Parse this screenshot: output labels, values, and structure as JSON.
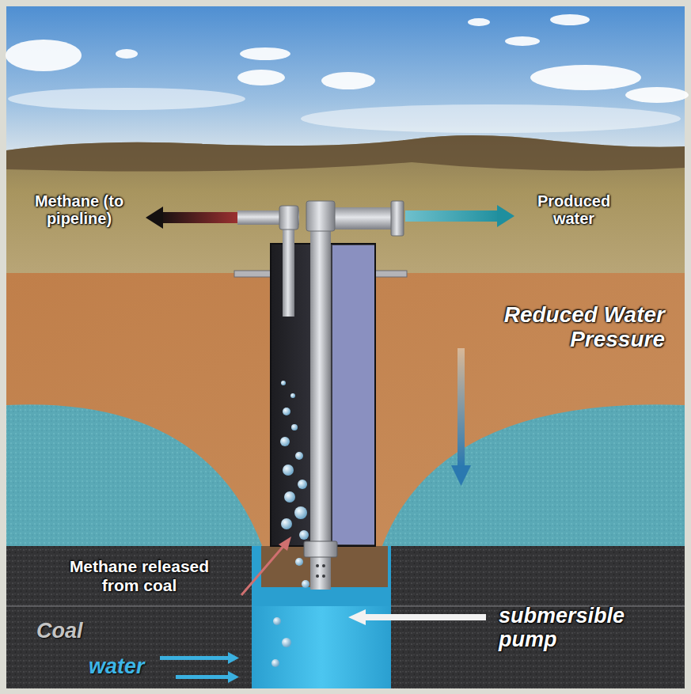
{
  "diagram": {
    "labels": [
      "Methane (to pipeline)",
      "Produced water",
      "Reduced Water Pressure",
      "Methane released from coal",
      "submersible pump",
      "Coal",
      "water"
    ]
  }
}
